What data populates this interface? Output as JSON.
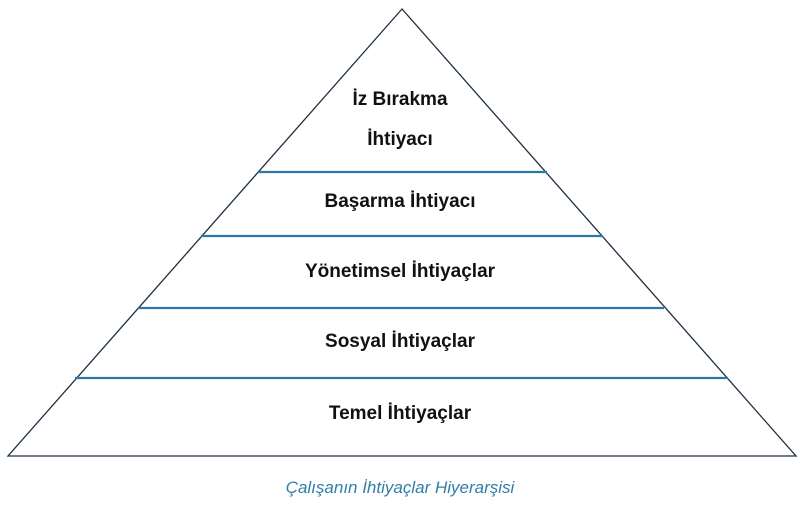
{
  "diagram": {
    "levels": [
      {
        "line1": "İz Bırakma",
        "line2": "İhtiyacı"
      },
      {
        "line1": "Başarma İhtiyacı"
      },
      {
        "line1": "Yönetimsel İhtiyaçlar"
      },
      {
        "line1": "Sosyal İhtiyaçlar"
      },
      {
        "line1": "Temel İhtiyaçlar"
      }
    ],
    "caption": "Çalışanın İhtiyaçlar Hiyerarşisi",
    "colors": {
      "outline": "#1f2f3f",
      "divider": "#2a78a8",
      "caption": "#2f7fa6",
      "text": "#111111"
    }
  }
}
